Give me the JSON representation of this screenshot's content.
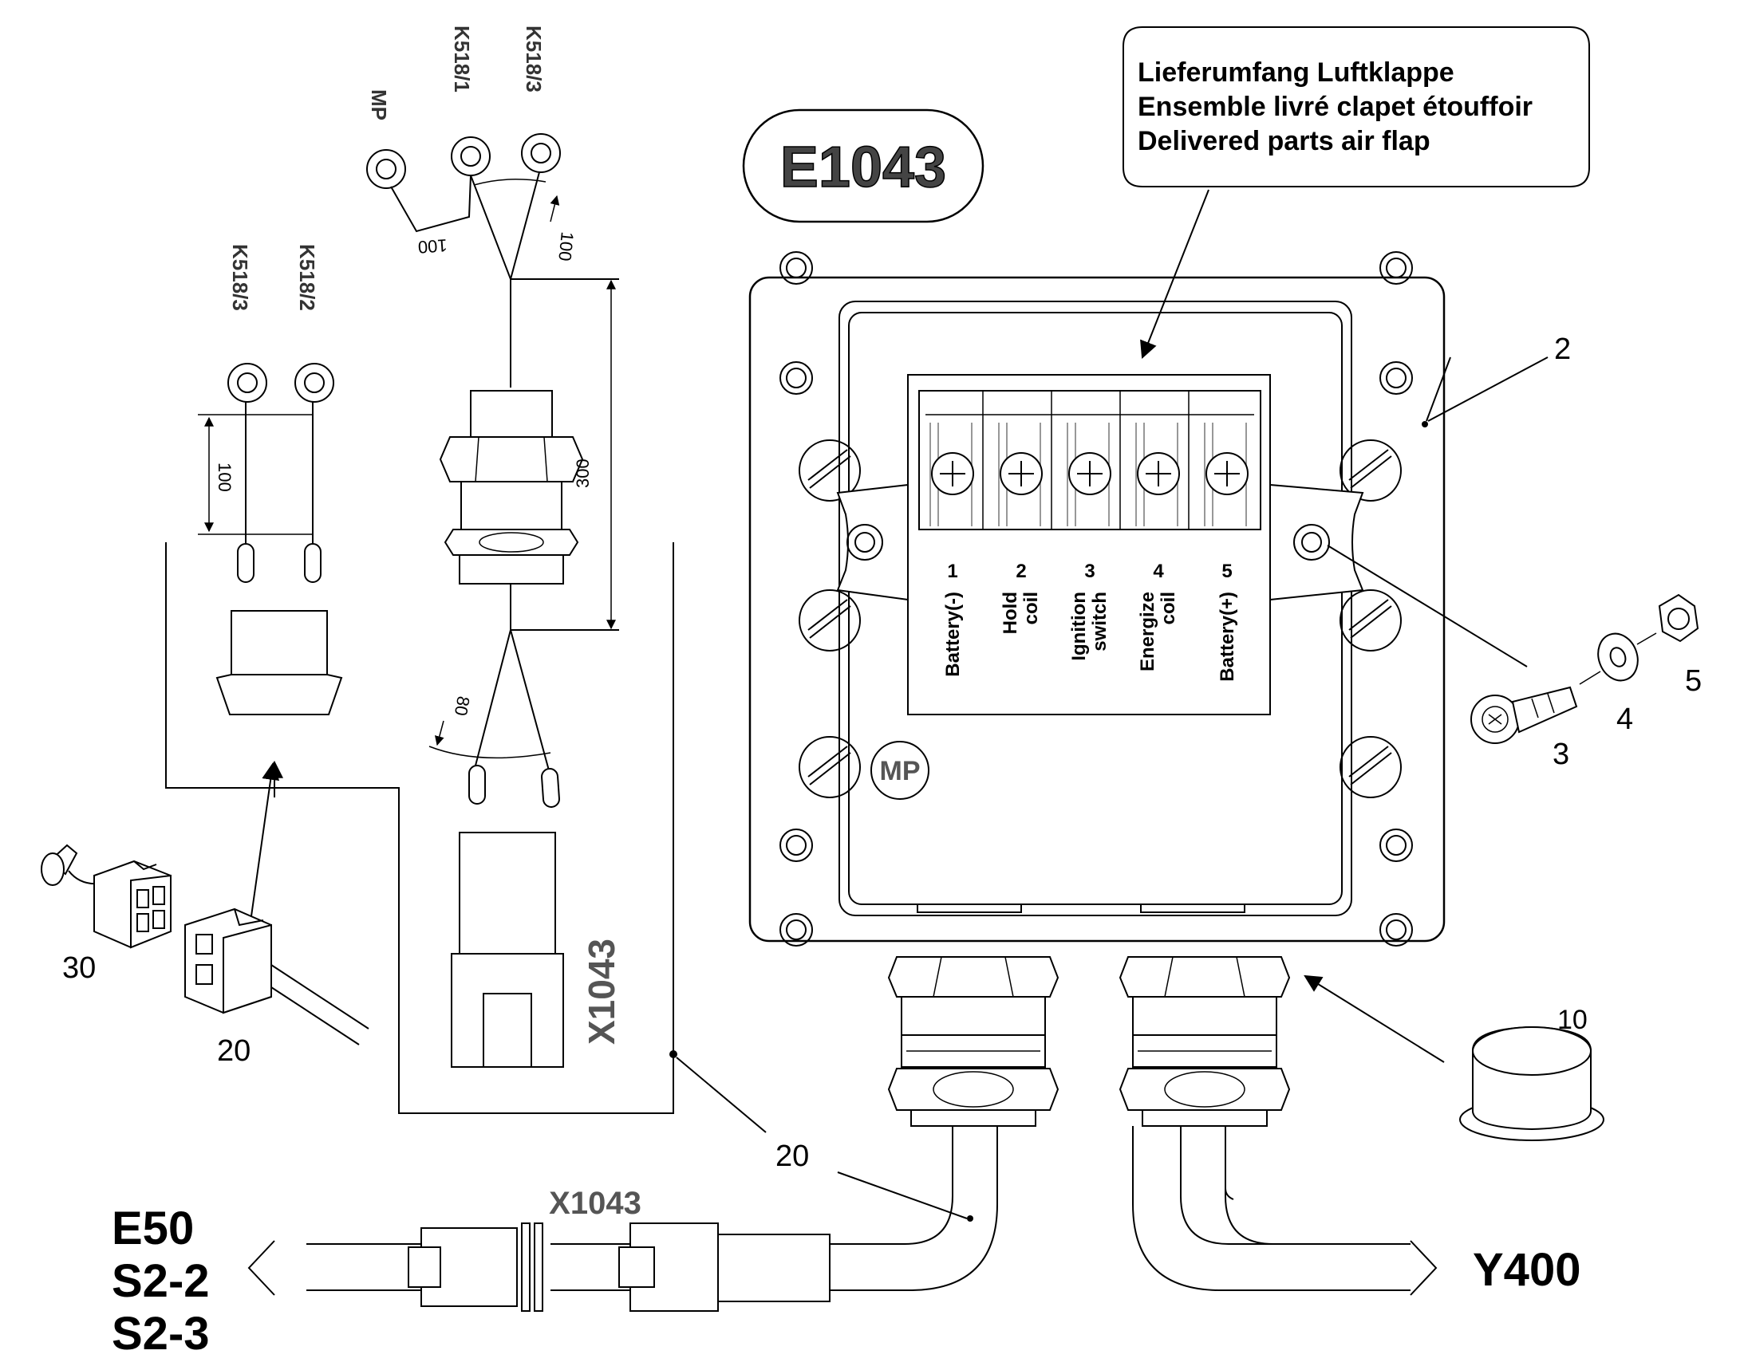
{
  "callout": {
    "lines": [
      "Lieferumfang Luftklappe",
      "Ensemble livré clapet étouffoir",
      "Delivered parts air flap"
    ]
  },
  "badges": {
    "main": "E1043",
    "mp": "MP"
  },
  "terminals": [
    {
      "num": "1",
      "line1": "Battery(-)",
      "line2": ""
    },
    {
      "num": "2",
      "line1": "Hold",
      "line2": "coil"
    },
    {
      "num": "3",
      "line1": "Ignition",
      "line2": "switch"
    },
    {
      "num": "4",
      "line1": "Energize",
      "line2": "coil"
    },
    {
      "num": "5",
      "line1": "Battery(+)",
      "line2": ""
    }
  ],
  "pins": {
    "mp": "MP",
    "k518_1": "K518/1",
    "k518_3_top": "K518/3",
    "k518_3_left": "K518/3",
    "k518_2": "K518/2"
  },
  "dimensions": {
    "d100_a": "100",
    "d100_b": "100",
    "d100_c": "100",
    "d300": "300",
    "d80": "80"
  },
  "part_numbers": {
    "p2": "2",
    "p3": "3",
    "p4": "4",
    "p5": "5",
    "p10": "10",
    "p20_a": "20",
    "p20_b": "20",
    "p30": "30"
  },
  "connectors": {
    "x1043_vertical": "X1043",
    "x1043_bottom": "X1043"
  },
  "destinations": {
    "left": [
      "E50",
      "S2-2",
      "S2-3"
    ],
    "right": "Y400"
  }
}
